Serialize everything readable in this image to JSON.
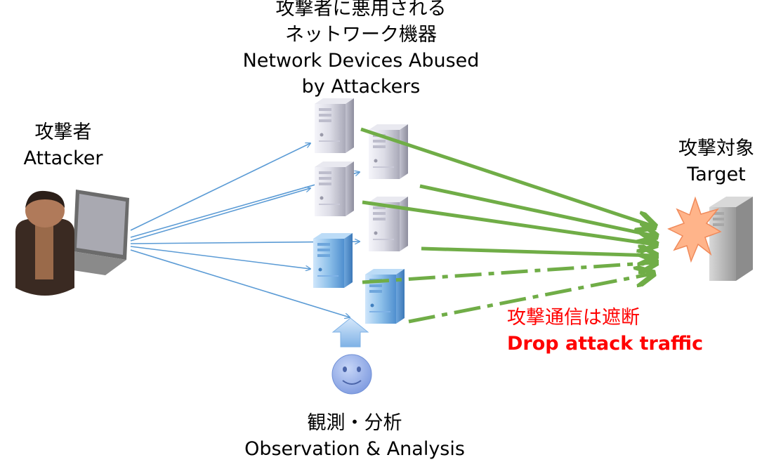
{
  "labels": {
    "devices_jp_line1": "攻撃者に悪用される",
    "devices_jp_line2": "ネットワーク機器",
    "devices_en_line1": "Network Devices Abused",
    "devices_en_line2": "by Attackers",
    "attacker_jp": "攻撃者",
    "attacker_en": "Attacker",
    "target_jp": "攻撃対象",
    "target_en": "Target",
    "drop_jp": "攻撃通信は遮断",
    "drop_en": "Drop attack traffic",
    "observe_jp": "観測・分析",
    "observe_en": "Observation & Analysis"
  },
  "colors": {
    "control_arrow": "#5b9bd5",
    "attack_arrow": "#70ad47",
    "drop_text": "#ff0000",
    "normal_server": "#dcdce6",
    "honeypot_server": "#8fc1ea",
    "observer_face": "#8ea9e6",
    "burst": "#ffb48a"
  },
  "icons": {
    "attacker": "person-with-laptop-icon",
    "normal_device": "server-tower-icon",
    "honeypot_device": "honeypot-server-icon",
    "target": "target-server-icon",
    "impact": "explosion-burst-icon",
    "observer": "smiley-face-icon",
    "observe_pointer": "up-arrow-icon"
  }
}
